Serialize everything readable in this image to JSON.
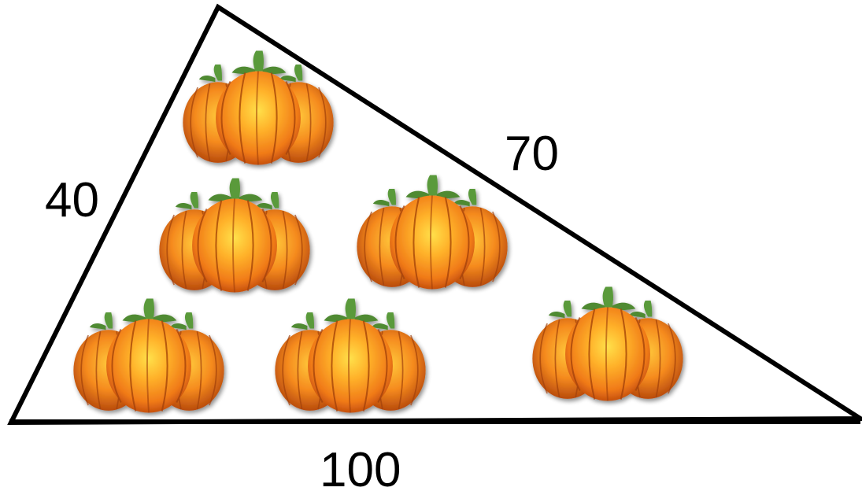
{
  "diagram": {
    "side_labels": {
      "left": "40",
      "top_right": "70",
      "bottom": "100"
    },
    "pumpkin_cluster_count": 6,
    "colors": {
      "outline": "#000000",
      "pumpkin_light": "#ffd23a",
      "pumpkin_mid": "#f7931e",
      "pumpkin_dark": "#c04a0a",
      "rib": "#a0400a",
      "stem": "#5a9a3a"
    }
  }
}
